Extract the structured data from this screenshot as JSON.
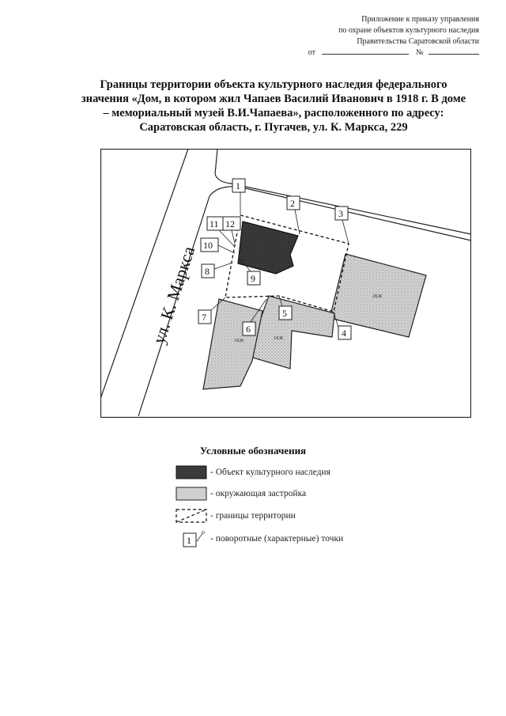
{
  "annex": {
    "line1": "Приложение к приказу управления",
    "line2": "по охране объектов культурного наследия",
    "line3": "Правительства Саратовской области",
    "line4_prefix": "от",
    "line4_number_sign": "№"
  },
  "title": {
    "line1": "Границы территории объекта культурного наследия федерального",
    "line2": "значения «Дом, в котором жил Чапаев Василий Иванович в 1918 г. В доме",
    "line3": "– мемориальный музей В.И.Чапаева», расположенного по адресу:",
    "line4": "Саратовская область, г. Пугачев, ул. К. Маркса, 229"
  },
  "map": {
    "street_label": "ул. К. Маркса",
    "building_labels": [
      "1КЖ",
      "1КЖ",
      "2КЖ"
    ],
    "points": [
      "1",
      "2",
      "3",
      "4",
      "5",
      "6",
      "7",
      "8",
      "9",
      "10",
      "11",
      "12"
    ]
  },
  "legend": {
    "title": "Условные обозначения",
    "items": [
      {
        "text": "- Объект культурного наследия"
      },
      {
        "text": "- окружающая застройка"
      },
      {
        "text": "- границы территории"
      },
      {
        "text": "- поворотные (характерные) точки",
        "symbol_number": "1"
      }
    ]
  },
  "colors": {
    "heritage_fill": "#3c3c3c",
    "surrounding_fill": "#cfcfcf",
    "line": "#222222"
  }
}
